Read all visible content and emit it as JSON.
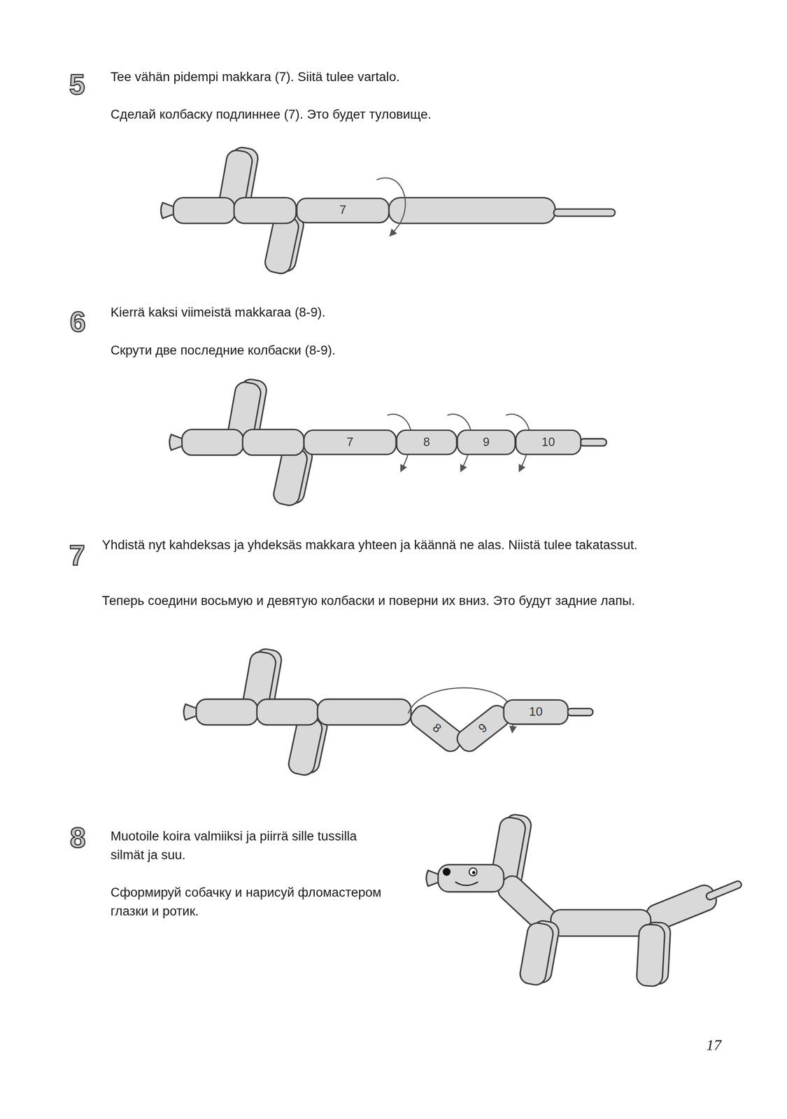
{
  "diagram": {
    "nodes": [
      {
        "text": [
          "7"
        ]
      },
      {
        "text": [
          "7"
        ]
      },
      {
        "text": [
          "8"
        ]
      },
      {
        "text": [
          "9"
        ]
      },
      {
        "text": [
          "10"
        ]
      },
      {
        "text": [
          "8"
        ]
      },
      {
        "text": [
          "9"
        ]
      },
      {
        "text": [
          "10"
        ]
      }
    ],
    "labels": [
      "5",
      "Tee vähän pidempi makkara (7). Siitä tulee vartalo.",
      "Сделай колбаску подлиннее (7). Это будет туловище.",
      "6",
      "Kierrä kaksi viimeistä makkaraa (8-9).",
      "Скрути две последние колбаски (8-9).",
      "7",
      "Yhdistä nyt kahdeksas ja yhdeksäs makkara yhteen ja käännä ne alas. Niistä tulee takatassut.",
      "Теперь соедини восьмую и девятую колбаски и поверни их вниз. Это будут задние лапы.",
      "8",
      "Muotoile koira valmiiksi ja piirrä sille tussilla silmät ja suu.",
      "Сформируй собачку и нарисуй фломастером глазки и ротик.",
      "17"
    ]
  }
}
